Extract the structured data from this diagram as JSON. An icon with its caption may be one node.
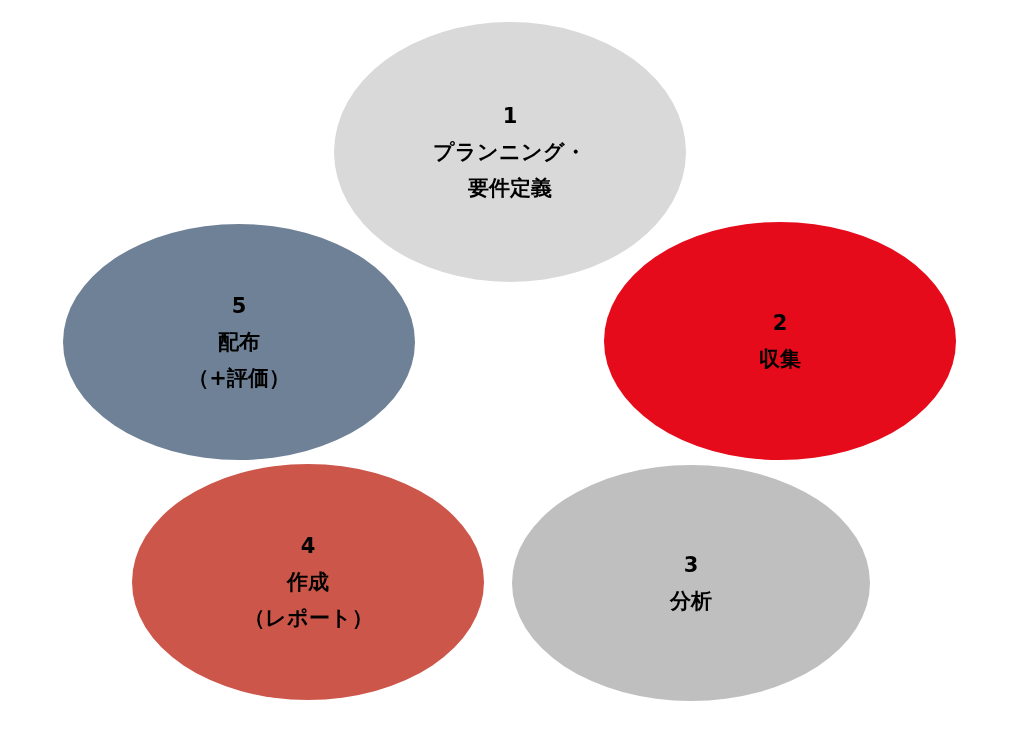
{
  "diagram": {
    "nodes": [
      {
        "text": [
          "1",
          "プランニング・要件定義"
        ]
      },
      {
        "text": [
          "2",
          "収集"
        ]
      },
      {
        "text": [
          "3",
          "分析"
        ]
      },
      {
        "text": [
          "4",
          "作成",
          "（レポート）"
        ]
      },
      {
        "text": [
          "5",
          "配布",
          "（+評価）"
        ]
      }
    ]
  }
}
